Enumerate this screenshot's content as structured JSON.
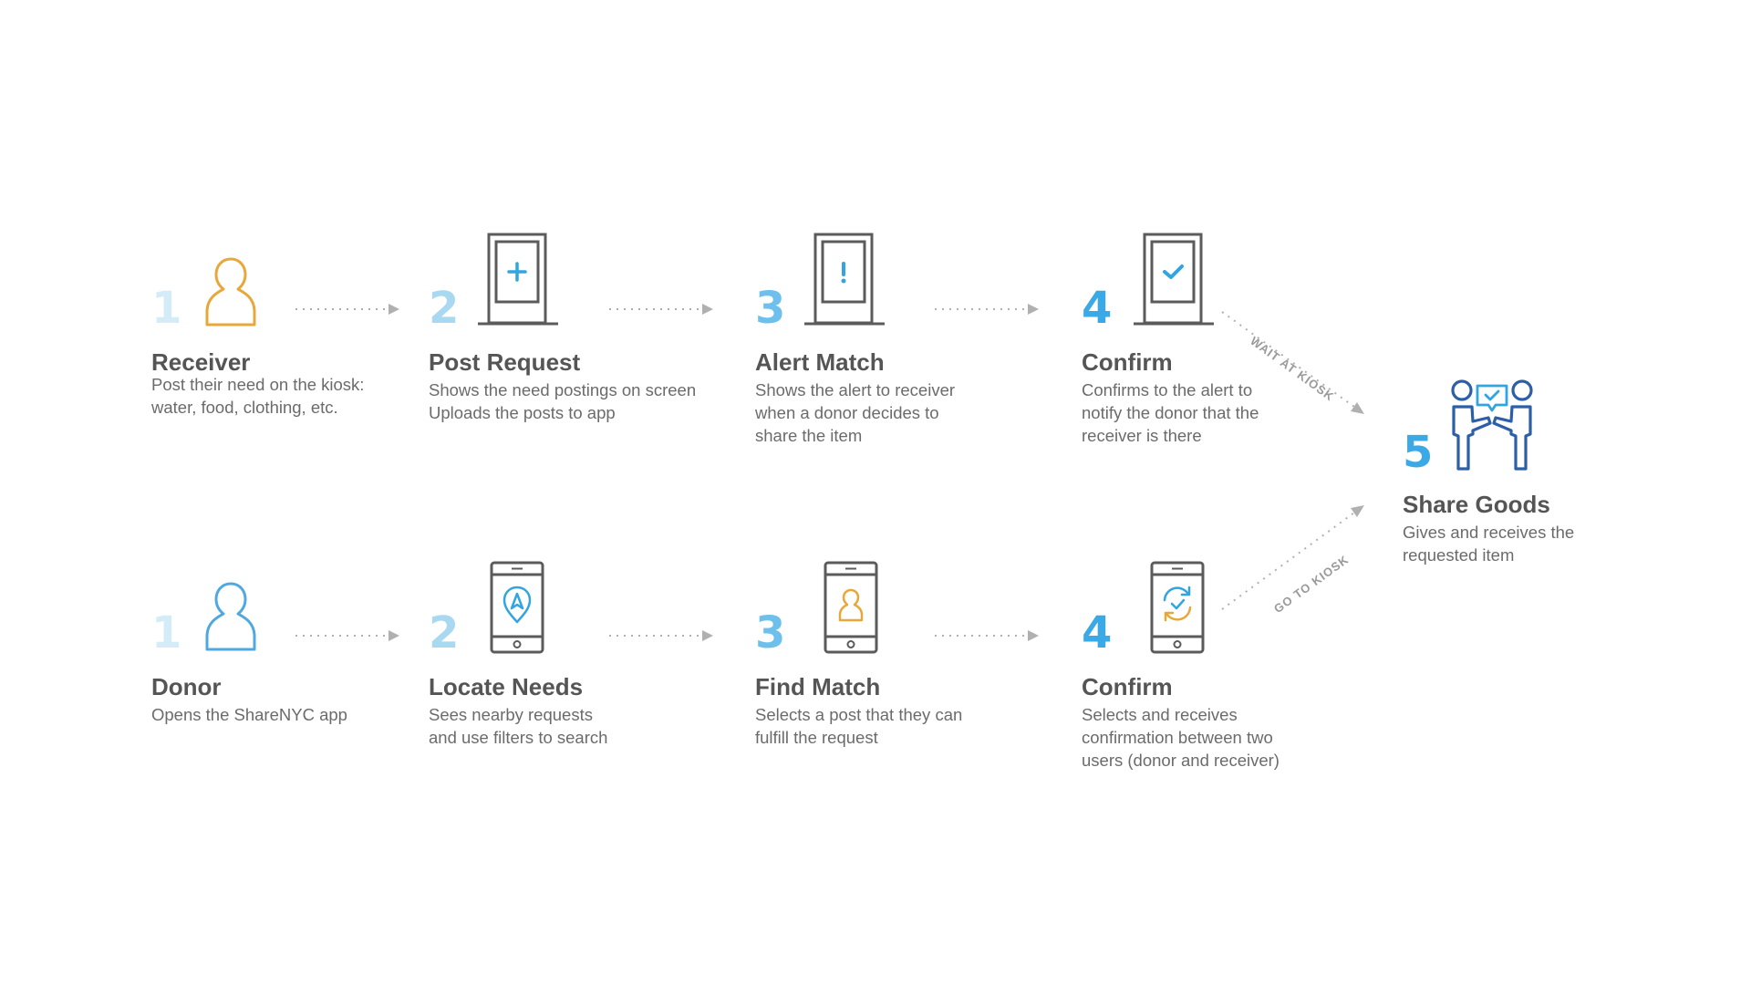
{
  "colors": {
    "num_faint": "#d4ecf8",
    "num_light": "#a9d8f1",
    "num_mid": "#6dc0ec",
    "num_strong": "#3aa9e6",
    "receiver_orange": "#e8a73b",
    "donor_blue": "#4fa9e0",
    "device_gray": "#5b5b5b",
    "accent_blue": "#31a5e0",
    "share_navy": "#2d5ea8",
    "arrow_gray": "#b0b0b0"
  },
  "receiver_row": [
    {
      "number": "1",
      "title": "Receiver",
      "desc": [
        "Post their need on the kiosk:",
        "water, food, clothing, etc."
      ],
      "icon": "person-icon"
    },
    {
      "number": "2",
      "title": "Post Request",
      "desc": [
        "Shows the need postings on screen",
        "Uploads the posts to app"
      ],
      "icon": "kiosk-plus-icon"
    },
    {
      "number": "3",
      "title": "Alert Match",
      "desc": [
        "Shows the alert to receiver",
        "when a donor decides to",
        "share the item"
      ],
      "icon": "kiosk-alert-icon"
    },
    {
      "number": "4",
      "title": "Confirm",
      "desc": [
        "Confirms to the alert to",
        "notify the donor that the",
        "receiver is there"
      ],
      "icon": "kiosk-check-icon"
    }
  ],
  "donor_row": [
    {
      "number": "1",
      "title": "Donor",
      "desc": [
        "Opens the ShareNYC app"
      ],
      "icon": "person-icon"
    },
    {
      "number": "2",
      "title": "Locate Needs",
      "desc": [
        "Sees nearby requests",
        "and use filters to search"
      ],
      "icon": "phone-location-icon"
    },
    {
      "number": "3",
      "title": "Find Match",
      "desc": [
        "Selects a post that they can",
        "fulfill the request"
      ],
      "icon": "phone-person-icon"
    },
    {
      "number": "4",
      "title": "Confirm",
      "desc": [
        "Selects and receives",
        "confirmation between two",
        "users (donor and receiver)"
      ],
      "icon": "phone-sync-icon"
    }
  ],
  "final_step": {
    "number": "5",
    "title": "Share Goods",
    "desc": [
      "Gives and receives the",
      "requested item"
    ],
    "icon": "handshake-icon"
  },
  "routes": {
    "top_label": "WAIT AT KIOSK",
    "bottom_label": "GO TO KIOSK"
  }
}
